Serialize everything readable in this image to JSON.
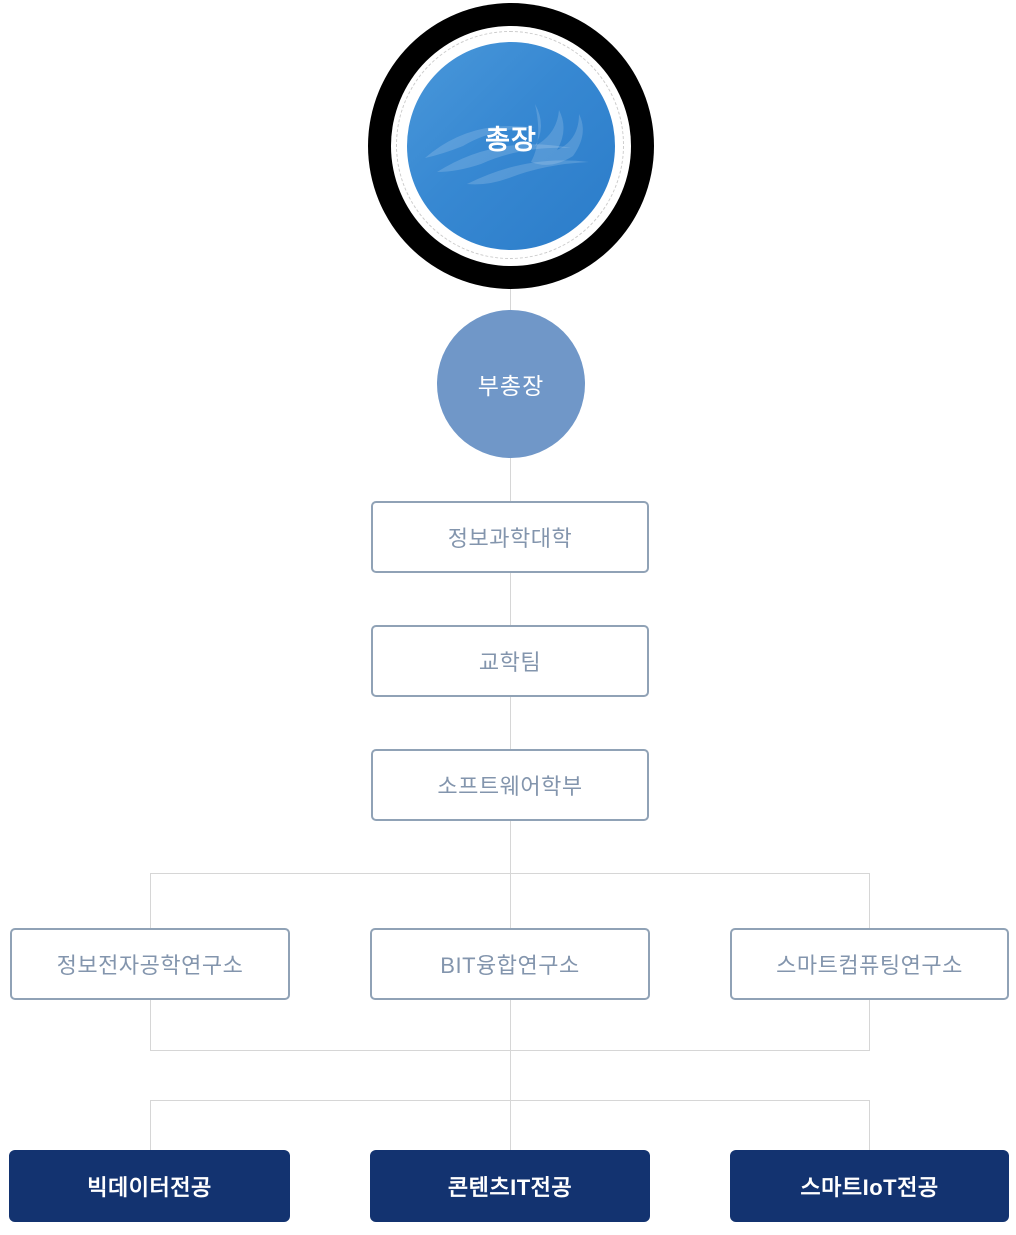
{
  "org": {
    "president": {
      "label": "총장"
    },
    "vice_president": {
      "label": "부총장"
    },
    "line_units": [
      {
        "label": "정보과학대학"
      },
      {
        "label": "교학팀"
      },
      {
        "label": "소프트웨어학부"
      }
    ],
    "institutes": [
      {
        "label": "정보전자공학연구소"
      },
      {
        "label": "BIT융합연구소"
      },
      {
        "label": "스마트컴퓨팅연구소"
      }
    ],
    "majors": [
      {
        "label": "빅데이터전공"
      },
      {
        "label": "콘텐츠IT전공"
      },
      {
        "label": "스마트IoT전공"
      }
    ]
  },
  "icons": {
    "emblem": "wave-emblem"
  },
  "colors": {
    "president_ring": "#000000",
    "president_fill_start": "#4a98da",
    "president_fill_end": "#2b7cc9",
    "vice_fill": "#7097c8",
    "box_border": "#90a2b6",
    "box_text": "#8395ad",
    "major_fill": "#133370",
    "major_text": "#ffffff",
    "connector": "#d6d6d6"
  }
}
